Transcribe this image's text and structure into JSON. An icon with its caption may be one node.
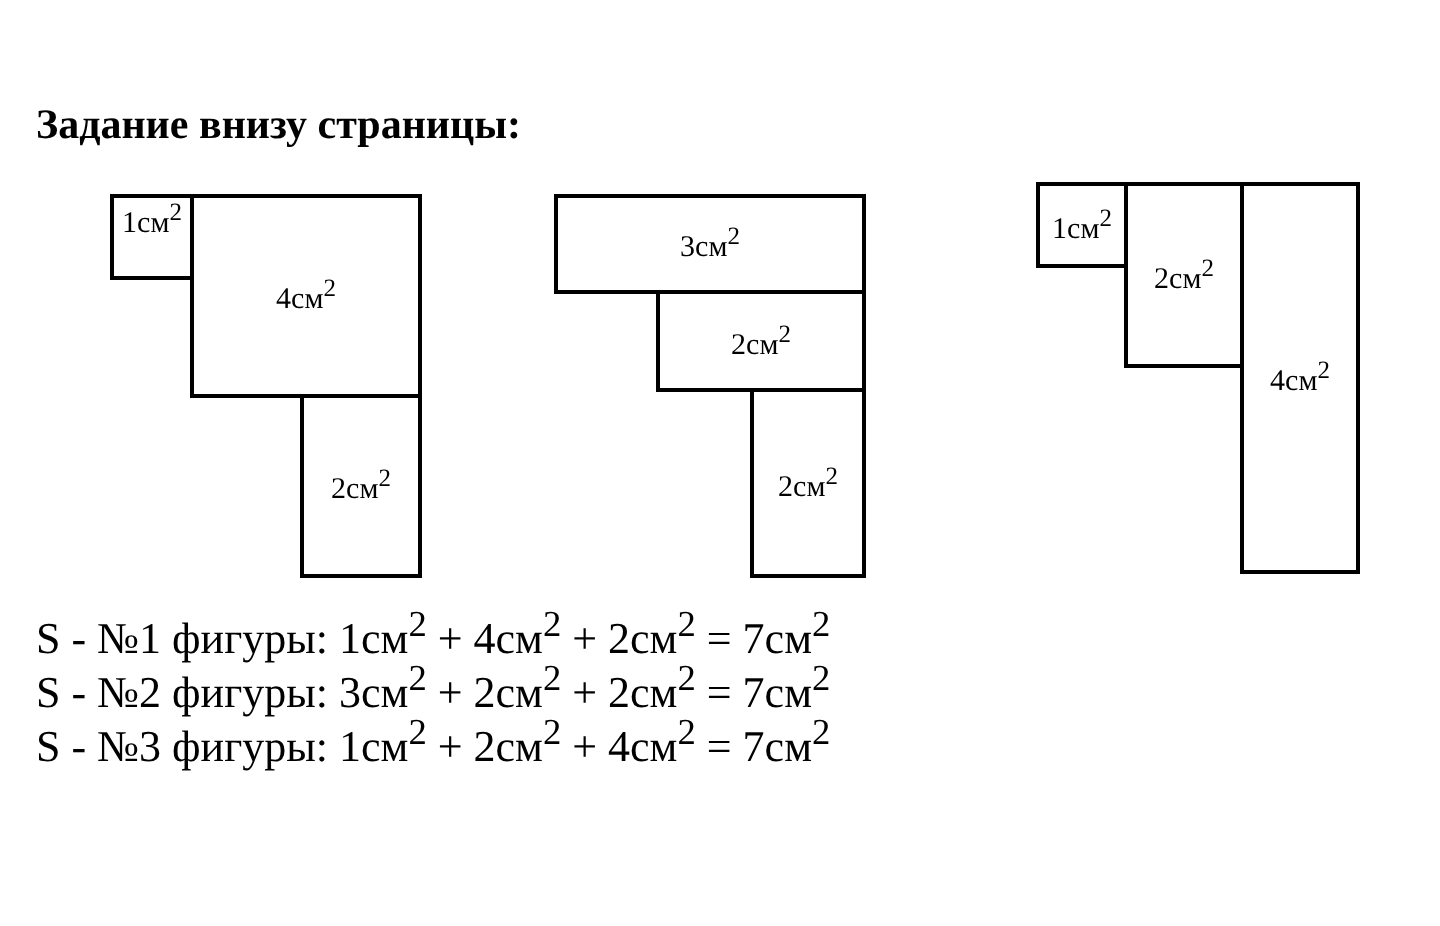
{
  "diagram": {
    "title": "Задание внизу страницы:",
    "nodes": [
      {
        "text": [
          "1см$^{2}$"
        ]
      },
      {
        "text": [
          "4см$^{2}$"
        ]
      },
      {
        "text": [
          "2см$^{2}$"
        ]
      },
      {
        "text": [
          "3см$^{2}$"
        ]
      },
      {
        "text": [
          "2см$^{2}$"
        ]
      },
      {
        "text": [
          "2см$^{2}$"
        ]
      },
      {
        "text": [
          "1см$^{2}$"
        ]
      },
      {
        "text": [
          "2см$^{2}$"
        ]
      },
      {
        "text": [
          "4см$^{2}$"
        ]
      }
    ],
    "labels": [
      "S - №1 фигуры: 1см$^{2}$ + 4см$^{2}$ + 2см$^{2}$ = 7см$^{2}$",
      "S - №2 фигуры: 3см$^{2}$ + 2см$^{2}$ + 2см$^{2}$ = 7см$^{2}$",
      "S - №3 фигуры: 1см$^{2}$ + 2см$^{2}$ + 4см$^{2}$ = 7см$^{2}$"
    ]
  }
}
